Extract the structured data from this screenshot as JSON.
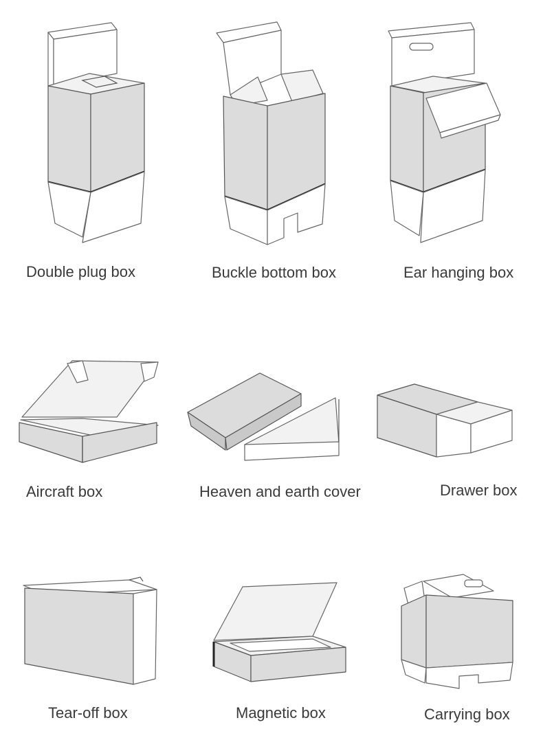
{
  "boxes": [
    {
      "label": "Double plug box",
      "icon": "double-plug-box-icon"
    },
    {
      "label": "Buckle bottom box",
      "icon": "buckle-bottom-box-icon"
    },
    {
      "label": "Ear hanging box",
      "icon": "ear-hanging-box-icon"
    },
    {
      "label": "Aircraft box",
      "icon": "aircraft-box-icon"
    },
    {
      "label": "Heaven and earth cover",
      "icon": "heaven-earth-cover-box-icon"
    },
    {
      "label": "Drawer box",
      "icon": "drawer-box-icon"
    },
    {
      "label": "Tear-off box",
      "icon": "tear-off-box-icon"
    },
    {
      "label": "Magnetic box",
      "icon": "magnetic-box-icon"
    },
    {
      "label": "Carrying box",
      "icon": "carrying-box-icon"
    }
  ]
}
